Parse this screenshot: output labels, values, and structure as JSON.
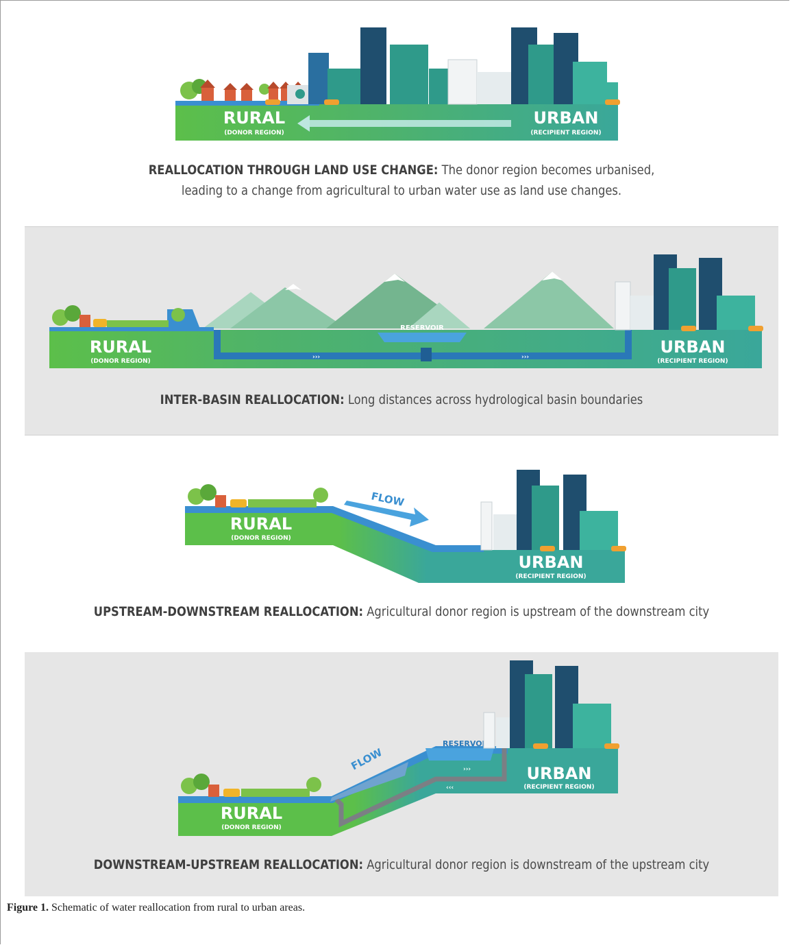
{
  "panels": [
    {
      "rural": "RURAL",
      "rural_sub": "(DONOR REGION)",
      "urban": "URBAN",
      "urban_sub": "(RECIPIENT REGION)",
      "title": "REALLOCATION THROUGH LAND USE CHANGE:",
      "text_line1": " The donor region becomes urbanised,",
      "text_line2": "leading to a change from agricultural to urban water use as land use changes."
    },
    {
      "rural": "RURAL",
      "rural_sub": "(DONOR REGION)",
      "urban": "URBAN",
      "urban_sub": "(RECIPIENT REGION)",
      "reservoir": "RESERVOIR",
      "title": "INTER-BASIN REALLOCATION:",
      "text": " Long distances across hydrological basin boundaries"
    },
    {
      "rural": "RURAL",
      "rural_sub": "(DONOR REGION)",
      "urban": "URBAN",
      "urban_sub": "(RECIPIENT REGION)",
      "flow": "FLOW",
      "title": "UPSTREAM-DOWNSTREAM REALLOCATION:",
      "text": " Agricultural donor region is upstream of the downstream city"
    },
    {
      "rural": "RURAL",
      "rural_sub": "(DONOR REGION)",
      "urban": "URBAN",
      "urban_sub": "(RECIPIENT REGION)",
      "flow": "FLOW",
      "reservoir": "RESERVOIR",
      "title": "DOWNSTREAM-UPSTREAM REALLOCATION:",
      "text": " Agricultural donor region is downstream of the upstream city"
    }
  ],
  "figure": {
    "label": "Figure 1.",
    "caption": " Schematic of water reallocation from rural to urban areas."
  },
  "colors": {
    "rural_green": "#5cbf4a",
    "urban_teal": "#3aa79a",
    "water_blue": "#3a8fd0",
    "building_dark": "#1f4e6e",
    "building_teal": "#2f9a8a",
    "mountain": "#7dbf9c",
    "panel_grey": "#e6e6e6"
  }
}
